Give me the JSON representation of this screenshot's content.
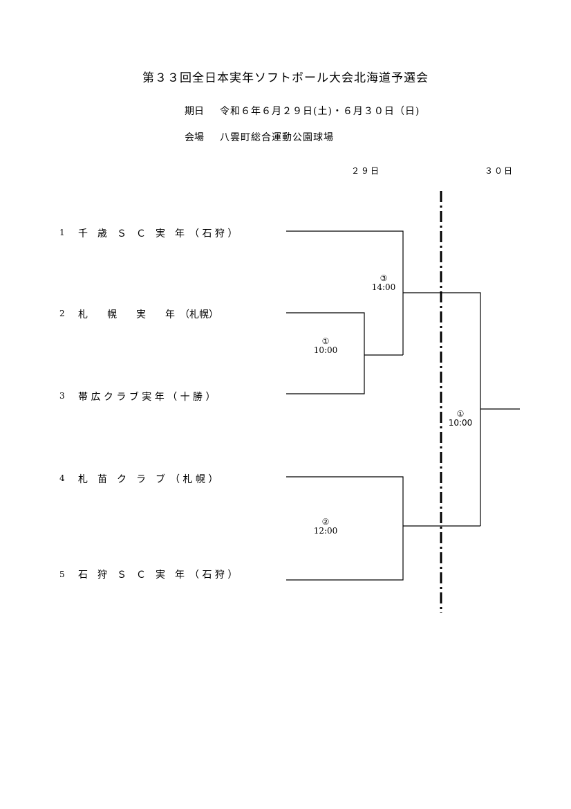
{
  "title": "第３３回全日本実年ソフトボール大会北海道予選会",
  "info": {
    "date_label": "期日",
    "date_value": "令和６年６月２９日(土)・６月３０日（日)",
    "venue_label": "会場",
    "venue_value": "八雲町総合運動公園球場"
  },
  "days": {
    "day1": "２９日",
    "day2": "３０日"
  },
  "teams": [
    {
      "num": "1",
      "name": "千　歳　Ｓ　Ｃ　実　年　（ 石 狩 ）"
    },
    {
      "num": "2",
      "name": "札　　幌　　実　　年　（札幌）"
    },
    {
      "num": "3",
      "name": "帯 広 ク ラ ブ 実 年 （ 十 勝 ）"
    },
    {
      "num": "4",
      "name": "札　苗　ク　ラ　ブ　（ 札 幌 ）"
    },
    {
      "num": "5",
      "name": "石　狩　Ｓ　Ｃ　実　年　（ 石 狩 ）"
    }
  ],
  "matches": [
    {
      "no": "③",
      "time": "14:00"
    },
    {
      "no": "①",
      "time": "10:00"
    },
    {
      "no": "②",
      "time": "12:00"
    },
    {
      "no": "①",
      "time": "10:00"
    }
  ]
}
